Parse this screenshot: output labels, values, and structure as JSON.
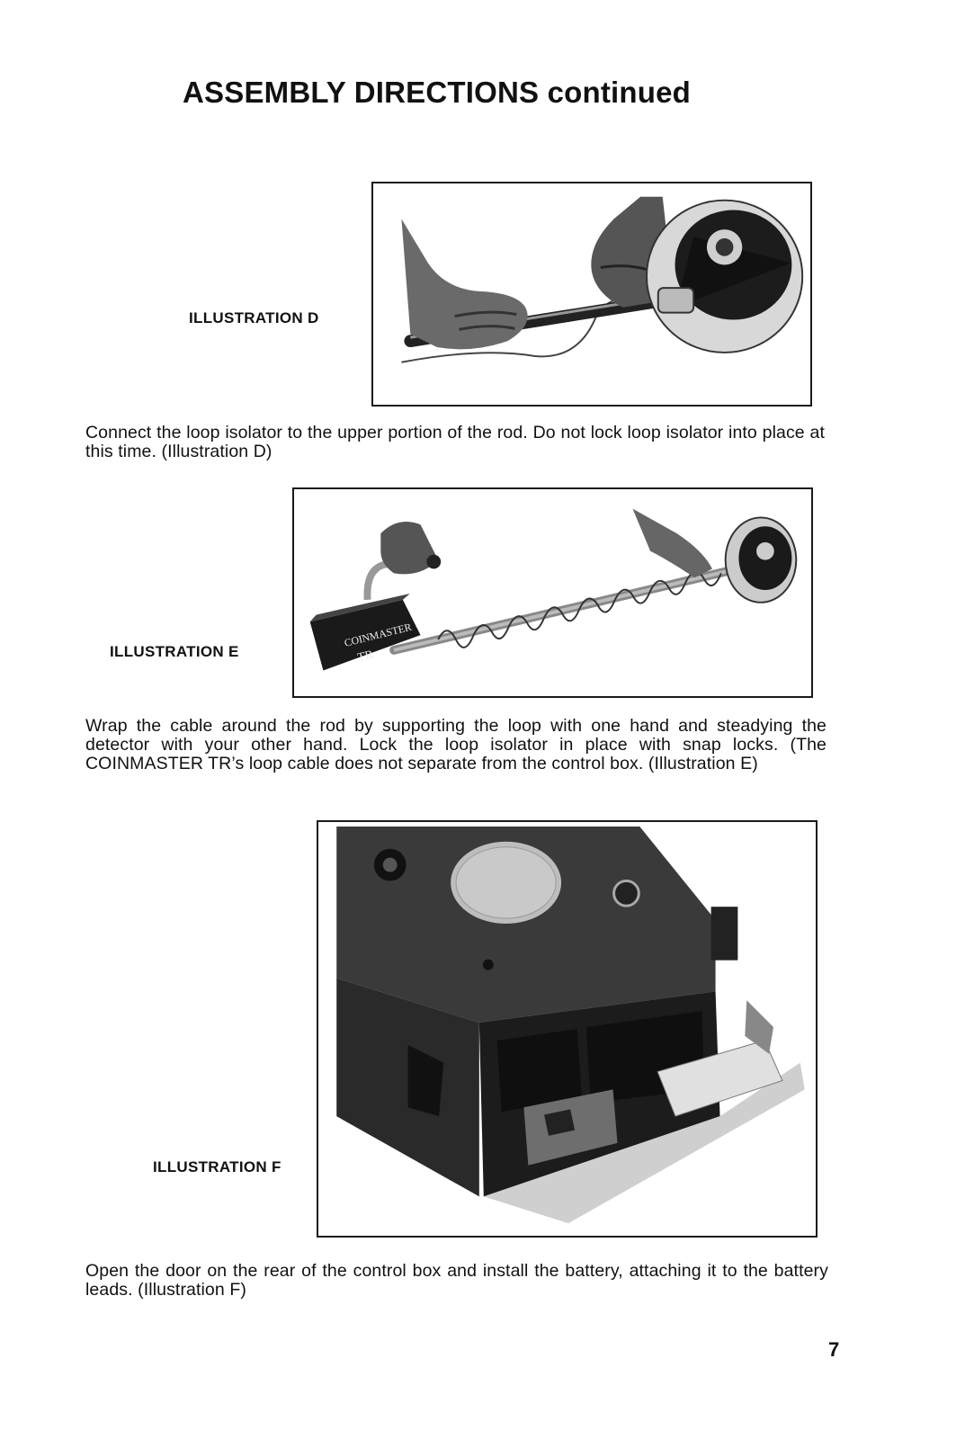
{
  "title": "ASSEMBLY DIRECTIONS continued",
  "illustrations": {
    "d": {
      "label": "ILLUSTRATION D",
      "icon": "photo-hands-connecting-loop-isolator-to-rod"
    },
    "e": {
      "label": "ILLUSTRATION E",
      "icon": "photo-cable-wrapped-around-rod-with-control-box",
      "box_text_1": "COINMASTER",
      "box_text_2": "TR"
    },
    "f": {
      "label": "ILLUSTRATION F",
      "icon": "photo-control-box-rear-door-open-battery"
    }
  },
  "paragraphs": {
    "d": "Connect the loop isolator to the upper portion of the rod. Do not lock loop isolator into place at this time. (Illustration D)",
    "e": "Wrap the cable around the rod by supporting the loop with one hand and steadying the detector with your other hand. Lock the loop isolator in place with snap locks. (The COINMASTER TR’s loop cable does not separate from the control box. (Illustration E)",
    "f": "Open the door on the rear of the control box and install the battery, attaching it to the battery leads. (Illustration F)"
  },
  "page_number": "7"
}
